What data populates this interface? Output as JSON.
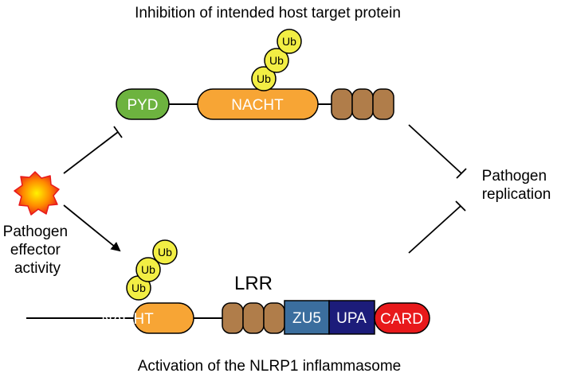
{
  "top_caption": "Inhibition of intended host target protein",
  "bottom_caption": "Activation of the NLRP1 inflammasome",
  "pathogen_effector": {
    "line1": "Pathogen",
    "line2": "effector",
    "line3": "activity"
  },
  "pathogen_replication": {
    "line1": "Pathogen",
    "line2": "replication"
  },
  "top_protein": {
    "pyd_label": "PYD",
    "nacht_label": "NACHT",
    "ub_label": "Ub"
  },
  "bottom_protein": {
    "lrr_label": "LRR",
    "nacht_label": "NACHT",
    "zu5_label": "ZU5",
    "upa_label": "UPA",
    "card_label": "CARD",
    "ub_label": "Ub"
  },
  "colors": {
    "pyd": "#6db33f",
    "nacht": "#f7a535",
    "lrr": "#b07d4a",
    "zu5": "#3b6e9e",
    "upa": "#1c1c7a",
    "card": "#e8191b",
    "ub": "#f2ee44"
  }
}
